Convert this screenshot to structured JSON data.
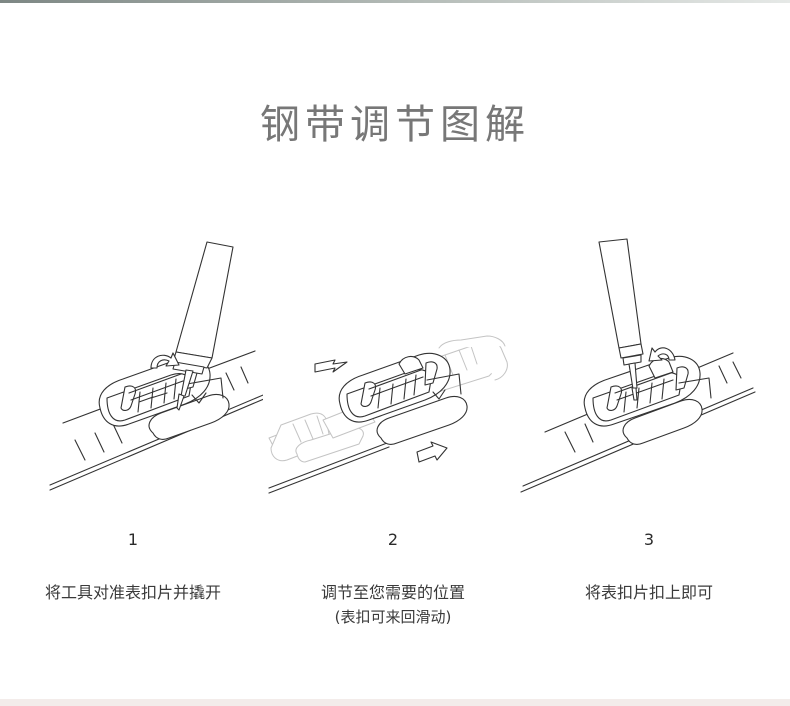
{
  "page": {
    "title": "钢带调节图解"
  },
  "steps": [
    {
      "number": "1",
      "caption": "将工具对准表扣片并撬开",
      "subcaption": ""
    },
    {
      "number": "2",
      "caption": "调节至您需要的位置",
      "subcaption": "(表扣可来回滑动)"
    },
    {
      "number": "3",
      "caption": "将表扣片扣上即可",
      "subcaption": ""
    }
  ],
  "colors": {
    "line": "#333333",
    "ghost": "#c4c4c4",
    "title": "#777777"
  }
}
